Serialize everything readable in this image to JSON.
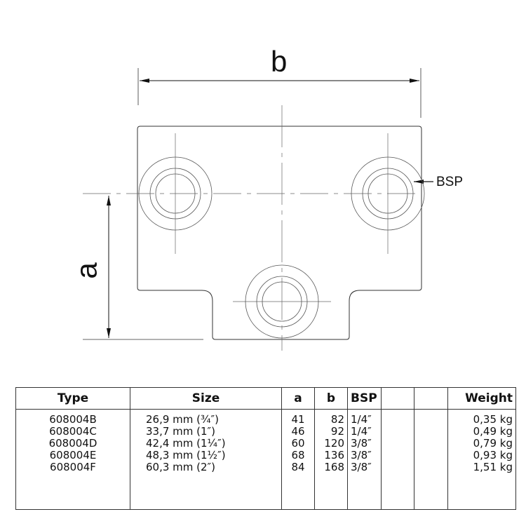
{
  "drawing": {
    "dimension_b": "b",
    "dimension_a": "a",
    "bsp_label": "BSP"
  },
  "table": {
    "headers": [
      "Type",
      "Size",
      "a",
      "b",
      "BSP",
      "",
      "",
      "Weight"
    ],
    "rows": [
      [
        "608004B",
        "26,9 mm (¾″)",
        "41",
        "82",
        "1/4″",
        "",
        "",
        "0,35 kg"
      ],
      [
        "608004C",
        "33,7 mm (1″)",
        "46",
        "92",
        "1/4″",
        "",
        "",
        "0,49 kg"
      ],
      [
        "608004D",
        "42,4 mm (1¼″)",
        "60",
        "120",
        "3/8″",
        "",
        "",
        "0,79 kg"
      ],
      [
        "608004E",
        "48,3 mm (1½″)",
        "68",
        "136",
        "3/8″",
        "",
        "",
        "0,93 kg"
      ],
      [
        "608004F",
        "60,3 mm (2″)",
        "84",
        "168",
        "3/8″",
        "",
        "",
        "1,51 kg"
      ]
    ]
  }
}
